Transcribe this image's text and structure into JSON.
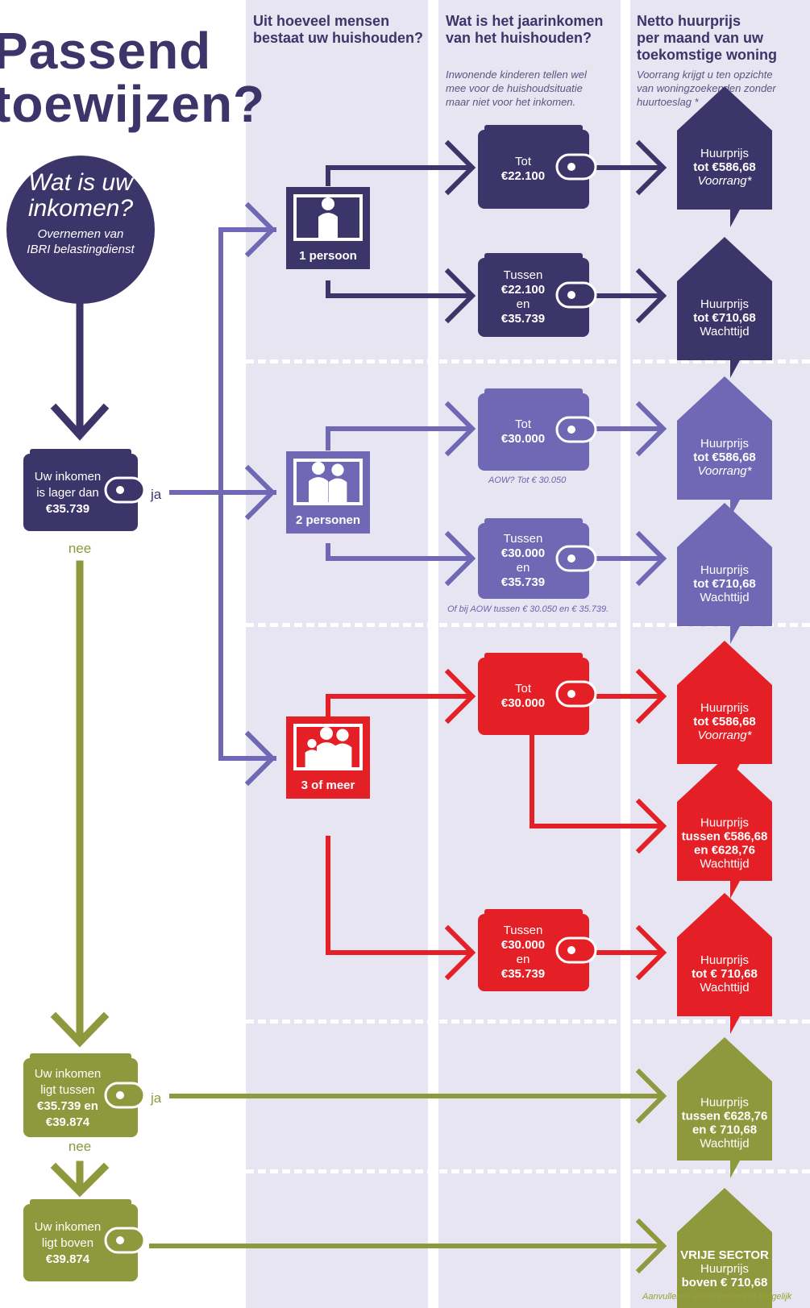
{
  "title": {
    "line1": "Passend",
    "line2": "toewijzen?"
  },
  "columns": [
    {
      "heading_lines": [
        "Uit hoeveel mensen",
        "bestaat uw huishouden?"
      ],
      "note_lines": []
    },
    {
      "heading_lines": [
        "Wat is het jaarinkomen",
        "van het huishouden?"
      ],
      "note_lines": [
        "Inwonende kinderen tellen wel",
        "mee voor de huishoudsituatie",
        "maar niet voor het inkomen."
      ]
    },
    {
      "heading_lines": [
        "Netto huurprijs",
        "per maand van uw",
        "toekomstige woning"
      ],
      "note_lines": [
        "Voorrang krijgt u ten opzichte",
        "van woningzoekenden zonder",
        "huurtoeslag *"
      ]
    }
  ],
  "start": {
    "question_lines": [
      "Wat is uw",
      "inkomen?"
    ],
    "sub_lines": [
      "Overnemen van",
      "IBRI belastingdienst"
    ]
  },
  "decisions": [
    {
      "lines": [
        "Uw inkomen",
        "is lager dan",
        "€35.739"
      ],
      "bold": [
        false,
        false,
        true
      ],
      "yes": "ja",
      "no": "nee"
    },
    {
      "lines": [
        "Uw inkomen",
        "ligt tussen",
        "€35.739 en",
        "€39.874"
      ],
      "bold": [
        false,
        false,
        true,
        true
      ],
      "yes": "ja",
      "no": "nee"
    },
    {
      "lines": [
        "Uw inkomen",
        "ligt boven",
        "€39.874"
      ],
      "bold": [
        false,
        false,
        true
      ]
    }
  ],
  "households": [
    {
      "label": "1 persoon",
      "icon": "single-person-icon"
    },
    {
      "label": "2 personen",
      "icon": "couple-icon"
    },
    {
      "label": "3 of meer",
      "icon": "family-icon"
    }
  ],
  "income_wallets": [
    {
      "lines": [
        "Tot",
        "€22.100"
      ],
      "bold": [
        false,
        true
      ]
    },
    {
      "lines": [
        "Tussen",
        "€22.100",
        "en",
        "€35.739"
      ],
      "bold": [
        false,
        true,
        false,
        true
      ]
    },
    {
      "lines": [
        "Tot",
        "€30.000"
      ],
      "bold": [
        false,
        true
      ]
    },
    {
      "lines": [
        "Tussen",
        "€30.000",
        "en",
        "€35.739"
      ],
      "bold": [
        false,
        true,
        false,
        true
      ]
    },
    {
      "lines": [
        "Tot",
        "€30.000"
      ],
      "bold": [
        false,
        true
      ]
    },
    {
      "lines": [
        "Tussen",
        "€30.000",
        "en",
        "€35.739"
      ],
      "bold": [
        false,
        true,
        false,
        true
      ]
    }
  ],
  "income_notes": [
    "AOW? Tot € 30.050",
    "Of bij AOW tussen € 30.050 en € 35.739."
  ],
  "rent_results": [
    {
      "lines": [
        "Huurprijs",
        "tot €586,68",
        "Voorrang*"
      ],
      "styles": [
        "n",
        "b",
        "i"
      ]
    },
    {
      "lines": [
        "Huurprijs",
        "tot €710,68",
        "Wachttijd"
      ],
      "styles": [
        "n",
        "b",
        "s"
      ]
    },
    {
      "lines": [
        "Huurprijs",
        "tot €586,68",
        "Voorrang*"
      ],
      "styles": [
        "n",
        "b",
        "i"
      ]
    },
    {
      "lines": [
        "Huurprijs",
        "tot €710,68",
        "Wachttijd"
      ],
      "styles": [
        "n",
        "b",
        "s"
      ]
    },
    {
      "lines": [
        "Huurprijs",
        "tot €586,68",
        "Voorrang*"
      ],
      "styles": [
        "n",
        "b",
        "i"
      ]
    },
    {
      "lines": [
        "Huurprijs",
        "tussen €586,68",
        "en €628,76",
        "Wachttijd"
      ],
      "styles": [
        "n",
        "b",
        "b",
        "s"
      ]
    },
    {
      "lines": [
        "Huurprijs",
        "tot € 710,68",
        "Wachttijd"
      ],
      "styles": [
        "n",
        "b",
        "s"
      ]
    },
    {
      "lines": [
        "Huurprijs",
        "tussen €628,76",
        "en € 710,68",
        "Wachttijd"
      ],
      "styles": [
        "n",
        "b",
        "b",
        "s"
      ]
    },
    {
      "lines": [
        "VRIJE SECTOR",
        "Huurprijs",
        "boven € 710,68"
      ],
      "styles": [
        "B",
        "n",
        "b"
      ]
    }
  ],
  "footnote": "Aanvullende eisen corporatie mogelijk",
  "colors": {
    "dark_purple": "#3c3569",
    "light_purple": "#7168b5",
    "red": "#e41f26",
    "olive": "#8d993c",
    "column_bg": "#e6e5f1"
  }
}
